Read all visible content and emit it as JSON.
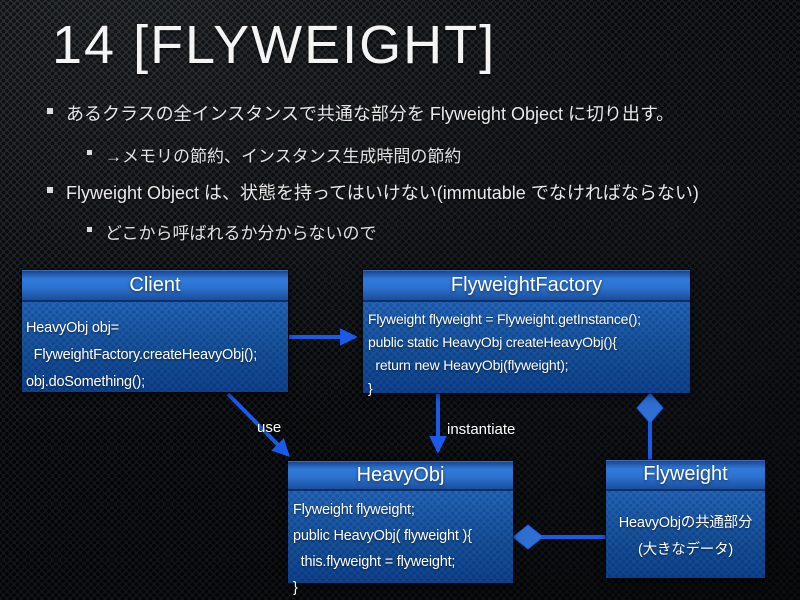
{
  "slide": {
    "title": "14 [FLYWEIGHT]",
    "bullets": [
      {
        "level": 1,
        "text": "あるクラスの全インスタンスで共通な部分を Flyweight Object に切り出す。"
      },
      {
        "level": 2,
        "text": "→メモリの節約、インスタンス生成時間の節約"
      },
      {
        "level": 1,
        "text": "Flyweight Object は、状態を持ってはいけない(immutable でなければならない)"
      },
      {
        "level": 2,
        "text": "どこから呼ばれるか分からないので"
      }
    ]
  },
  "diagram": {
    "classes": [
      {
        "name": "Client",
        "lines": [
          "HeavyObj obj=",
          "  FlyweightFactory.createHeavyObj();",
          "obj.doSomething();"
        ]
      },
      {
        "name": "FlyweightFactory",
        "lines": [
          "Flyweight flyweight = Flyweight.getInstance();",
          "public static HeavyObj createHeavyObj(){",
          "  return new HeavyObj(flyweight);",
          "}"
        ]
      },
      {
        "name": "HeavyObj",
        "lines": [
          "Flyweight flyweight;",
          "public HeavyObj( flyweight ){",
          "  this.flyweight = flyweight;",
          "}"
        ]
      },
      {
        "name": "Flyweight",
        "lines": [
          "HeavyObjの共通部分",
          "(大きなデータ)"
        ]
      }
    ],
    "edges": [
      {
        "from": "Client",
        "to": "FlyweightFactory",
        "type": "arrow",
        "label": ""
      },
      {
        "from": "Client",
        "to": "HeavyObj",
        "type": "arrow",
        "label": "use"
      },
      {
        "from": "FlyweightFactory",
        "to": "HeavyObj",
        "type": "arrow",
        "label": "instantiate"
      },
      {
        "from": "HeavyObj",
        "to": "Flyweight",
        "type": "aggregation",
        "label": ""
      },
      {
        "from": "FlyweightFactory",
        "to": "Flyweight",
        "type": "aggregation",
        "label": ""
      }
    ],
    "colors": {
      "edge_blue": "#1b5ae8",
      "diamond_blue": "#2e6fd2",
      "box_header_blue": "#2d72d0",
      "box_body_top": "#3a7bd0",
      "box_body_bottom": "#0e4390",
      "text": "#ffffff",
      "background": "#121416"
    }
  }
}
